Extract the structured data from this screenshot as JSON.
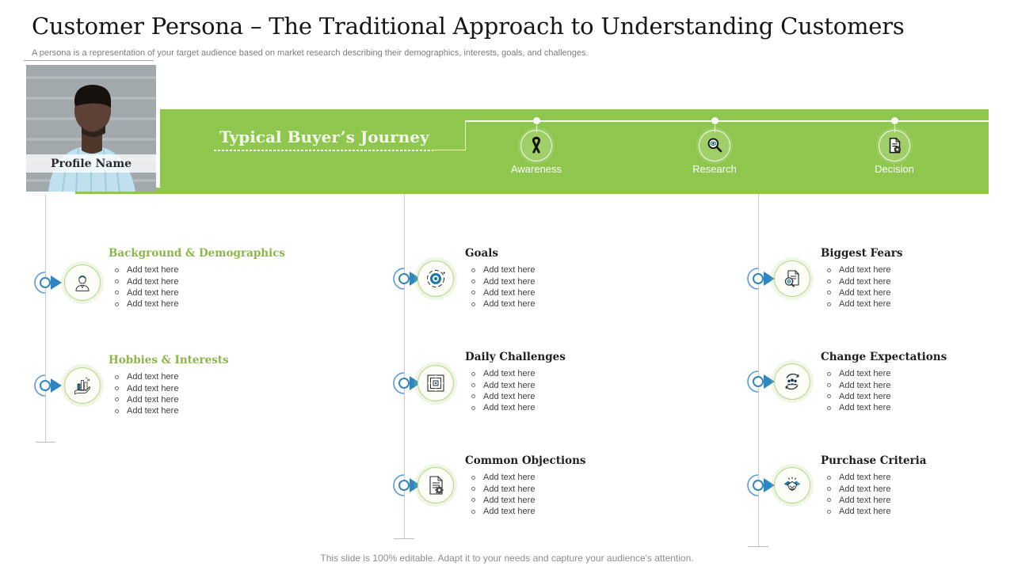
{
  "slide": {
    "title": "Customer Persona – The Traditional Approach to Understanding Customers",
    "subtitle": "A persona is a representation of your target audience based on market research describing their demographics, interests, goals, and challenges.",
    "footer": "This slide is 100% editable. Adapt it to your needs and capture your audience's attention."
  },
  "profile": {
    "name_label": "Profile Name"
  },
  "journey": {
    "title": "Typical Buyer’s Journey",
    "stages": [
      {
        "label": "Awareness",
        "icon": "awareness-ribbon-icon"
      },
      {
        "label": "Research",
        "icon": "research-magnifier-icon"
      },
      {
        "label": "Decision",
        "icon": "decision-document-icon"
      }
    ]
  },
  "sections": {
    "left": [
      {
        "heading": "Background & Demographics",
        "icon": "person-icon",
        "items": [
          "Add text here",
          "Add text here",
          "Add text here",
          "Add text here"
        ]
      },
      {
        "heading": "Hobbies & Interests",
        "icon": "hand-chart-icon",
        "items": [
          "Add text here",
          "Add text here",
          "Add text here",
          "Add text here"
        ]
      }
    ],
    "middle": [
      {
        "heading": "Goals",
        "icon": "target-icon",
        "items": [
          "Add text here",
          "Add text here",
          "Add text here",
          "Add text here"
        ]
      },
      {
        "heading": "Daily Challenges",
        "icon": "maze-icon",
        "items": [
          "Add text here",
          "Add text here",
          "Add text here",
          "Add text here"
        ]
      },
      {
        "heading": "Common Objections",
        "icon": "document-gear-icon",
        "items": [
          "Add text here",
          "Add text here",
          "Add text here",
          "Add text here"
        ]
      }
    ],
    "right": [
      {
        "heading": "Biggest Fears",
        "icon": "document-search-icon",
        "items": [
          "Add text here",
          "Add text here",
          "Add text here",
          "Add text here"
        ]
      },
      {
        "heading": "Change Expectations",
        "icon": "people-cycle-icon",
        "items": [
          "Add text here",
          "Add text here",
          "Add text here",
          "Add text here"
        ]
      },
      {
        "heading": "Purchase Criteria",
        "icon": "handshake-icon",
        "items": [
          "Add text here",
          "Add text here",
          "Add text here",
          "Add text here"
        ]
      }
    ]
  },
  "colors": {
    "banner_green": "#8ec64e",
    "heading_green": "#8db54a",
    "arrow_blue": "#2f86c0",
    "text_dark": "#1f1f1f",
    "text_gray": "#7c7c7c",
    "line_gray": "#cbcbcb"
  },
  "bullet_style": "small circle (o)"
}
